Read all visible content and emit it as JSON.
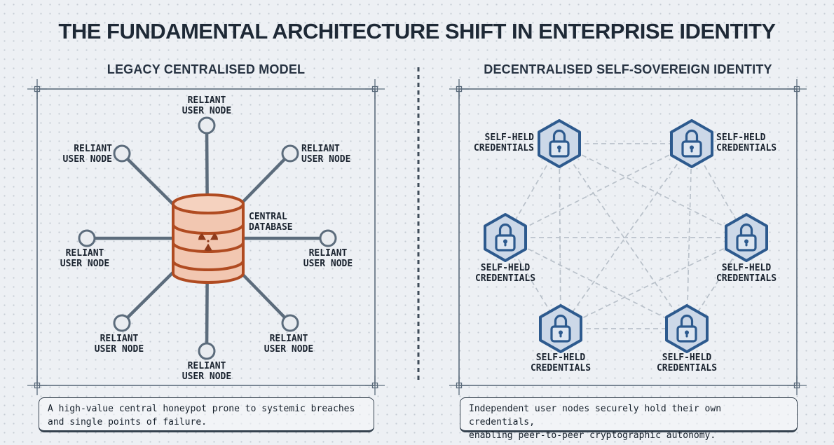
{
  "title": "THE FUNDAMENTAL ARCHITECTURE SHIFT IN ENTERPRISE IDENTITY",
  "left_panel": {
    "header": "LEGACY CENTRALISED MODEL",
    "node_label": "RELIANT\nUSER NODE",
    "node_count": 8,
    "center_label": "CENTRAL\nDATABASE",
    "center_icon": "database-cylinder-with-radiation-hazard-icon",
    "caption": "A high-value central honeypot prone to systemic breaches\nand single points of failure."
  },
  "right_panel": {
    "header": "DECENTRALISED SELF-SOVEREIGN IDENTITY",
    "node_label": "SELF-HELD\nCREDENTIALS",
    "node_count": 6,
    "node_icon": "padlock-in-hexagon-icon",
    "caption": "Independent user nodes securely hold their own credentials,\nenabling peer-to-peer cryptographic autonomy."
  },
  "colors": {
    "background": "#edf0f4",
    "dot_grid": "#c5ccd4",
    "heading_text": "#1e2936",
    "slate_lines": "#5c6c7c",
    "database_stroke": "#b04b21",
    "database_fill": "#f2c7b1",
    "radiation_symbol": "#8e3a1b",
    "hexagon_stroke": "#2d5a8e",
    "hexagon_fill": "#ccd8e8",
    "mesh_dashes": "#b9c1ca",
    "mono_text": "#1b2430"
  }
}
